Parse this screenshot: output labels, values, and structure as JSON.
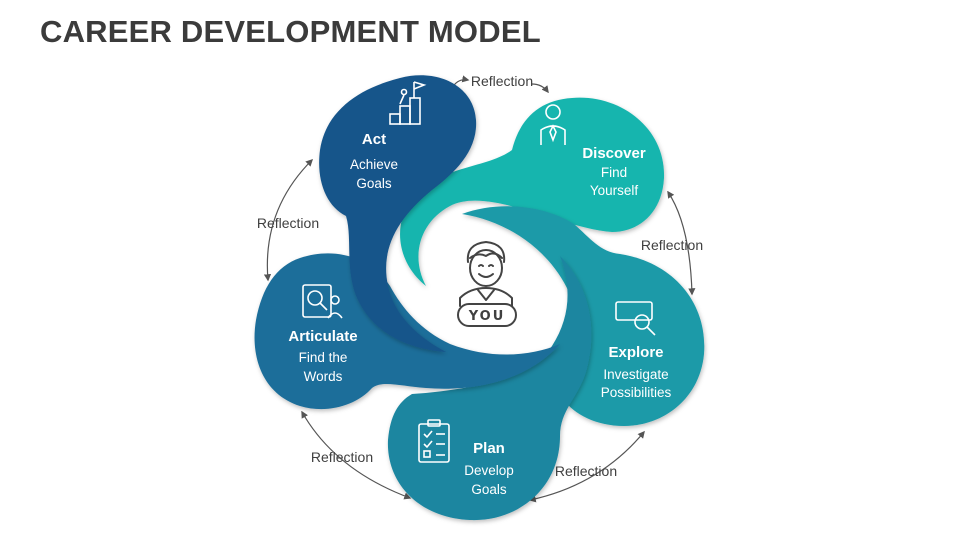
{
  "title": "CAREER DEVELOPMENT MODEL",
  "center_label": "YOU",
  "reflection_label": "Reflection",
  "colors": {
    "act": "#17548a",
    "discover": "#19b5ae",
    "explore": "#1b9aa8",
    "plan": "#1a86a0",
    "articulate": "#1c6e9a",
    "text_dark": "#3b3b3b"
  },
  "stages": [
    {
      "id": "act",
      "title": "Act",
      "line1": "Achieve",
      "line2": "Goals",
      "icon": "mountain-flag-icon"
    },
    {
      "id": "discover",
      "title": "Discover",
      "line1": "Find",
      "line2": "Yourself",
      "icon": "person-tie-icon"
    },
    {
      "id": "explore",
      "title": "Explore",
      "line1": "Investigate",
      "line2": "Possibilities",
      "icon": "web-search-icon"
    },
    {
      "id": "plan",
      "title": "Plan",
      "line1": "Develop",
      "line2": "Goals",
      "icon": "checklist-icon"
    },
    {
      "id": "articulate",
      "title": "Articulate",
      "line1": "Find the",
      "line2": "Words",
      "icon": "document-search-icon"
    }
  ]
}
